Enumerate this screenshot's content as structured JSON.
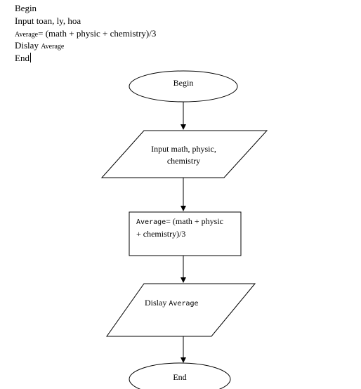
{
  "pseudocode": {
    "line1": "Begin",
    "line2": "Input toan, ly, hoa",
    "line3_var": "Average",
    "line3_rest": "= (math + physic + chemistry)/3",
    "line4_text": "Dislay",
    "line4_var": "Average",
    "line5": "End"
  },
  "flowchart": {
    "start": "Begin",
    "input_line1": "Input math, physic,",
    "input_line2": "chemistry",
    "process_var": "Average",
    "process_line1_rest": "= (math + physic",
    "process_line2": "+ chemistry)/3",
    "output_text": "Dislay",
    "output_var": "Average",
    "end": "End"
  }
}
